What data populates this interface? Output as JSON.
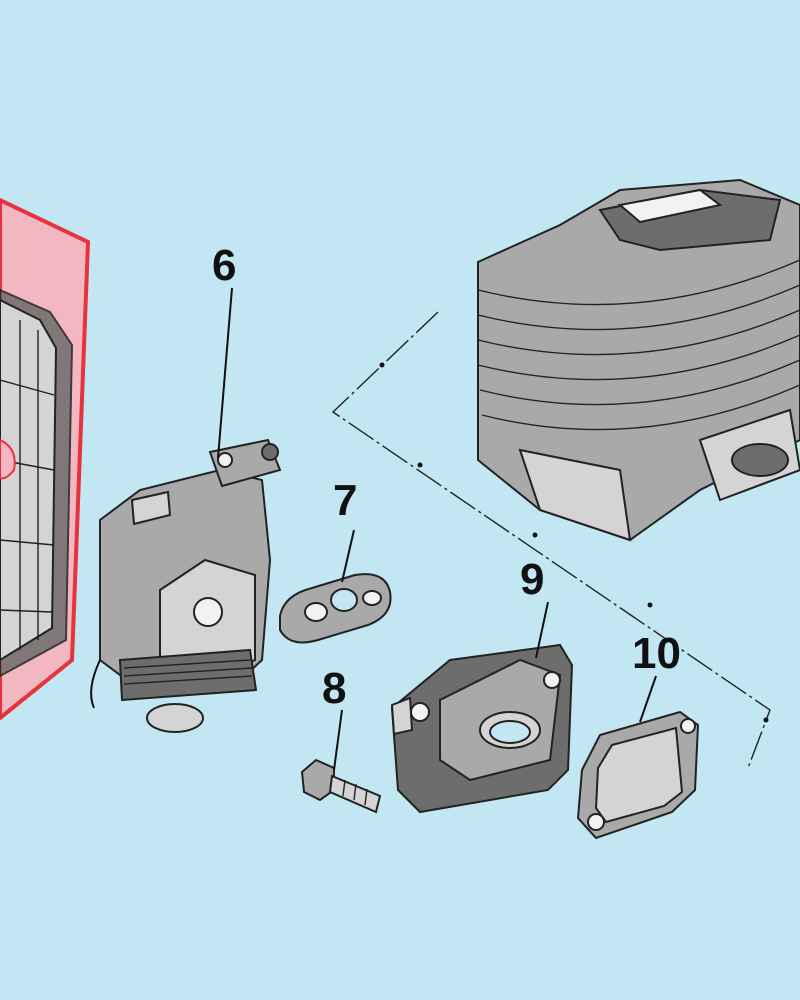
{
  "callouts": {
    "c6": "6",
    "c7": "7",
    "c8": "8",
    "c9": "9",
    "c10": "10"
  },
  "colors": {
    "background": "#c3e7f2",
    "highlight_fill": "#f3b7c2",
    "highlight_stroke": "#e8323c"
  },
  "icons": {
    "filter-housing": "air-filter-cover-icon",
    "carburetor": "carburetor-icon",
    "cylinder": "cylinder-icon"
  }
}
